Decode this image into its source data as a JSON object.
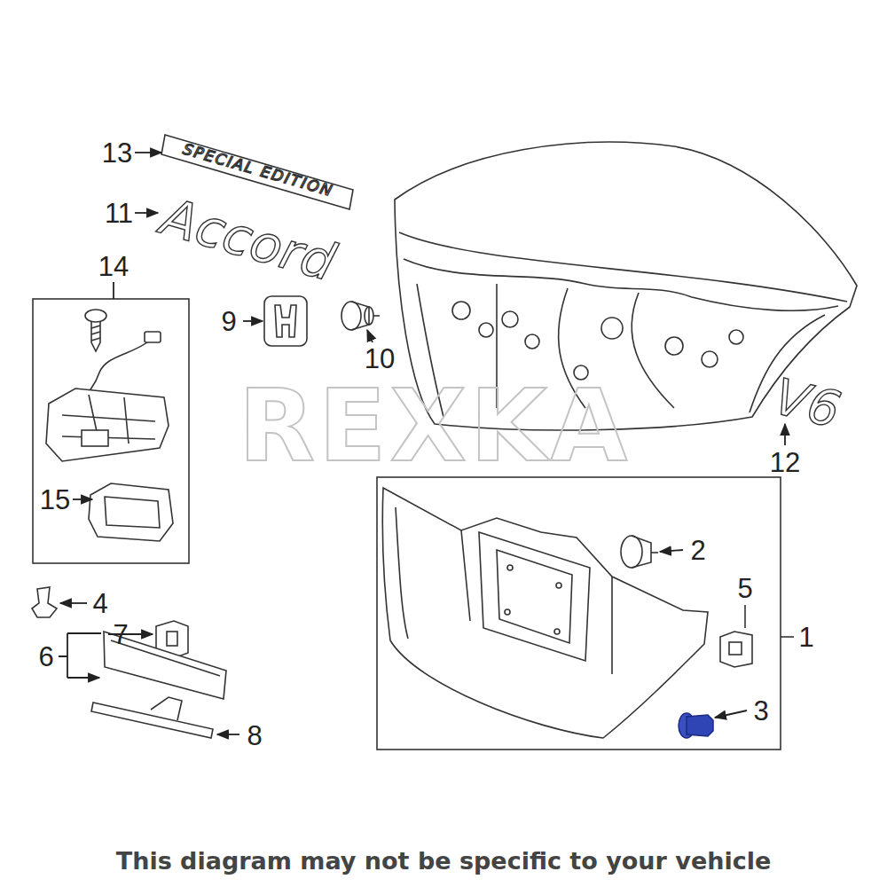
{
  "diagram": {
    "caption": "This diagram may not be specific to your vehicle",
    "labels": [
      "13",
      "SPECIAL EDITION",
      "11",
      "Accord",
      "14",
      "9",
      "10",
      "15",
      "12",
      "V6",
      "REXKA",
      "1",
      "2",
      "5",
      "4",
      "7",
      "6",
      "3",
      "8"
    ]
  }
}
